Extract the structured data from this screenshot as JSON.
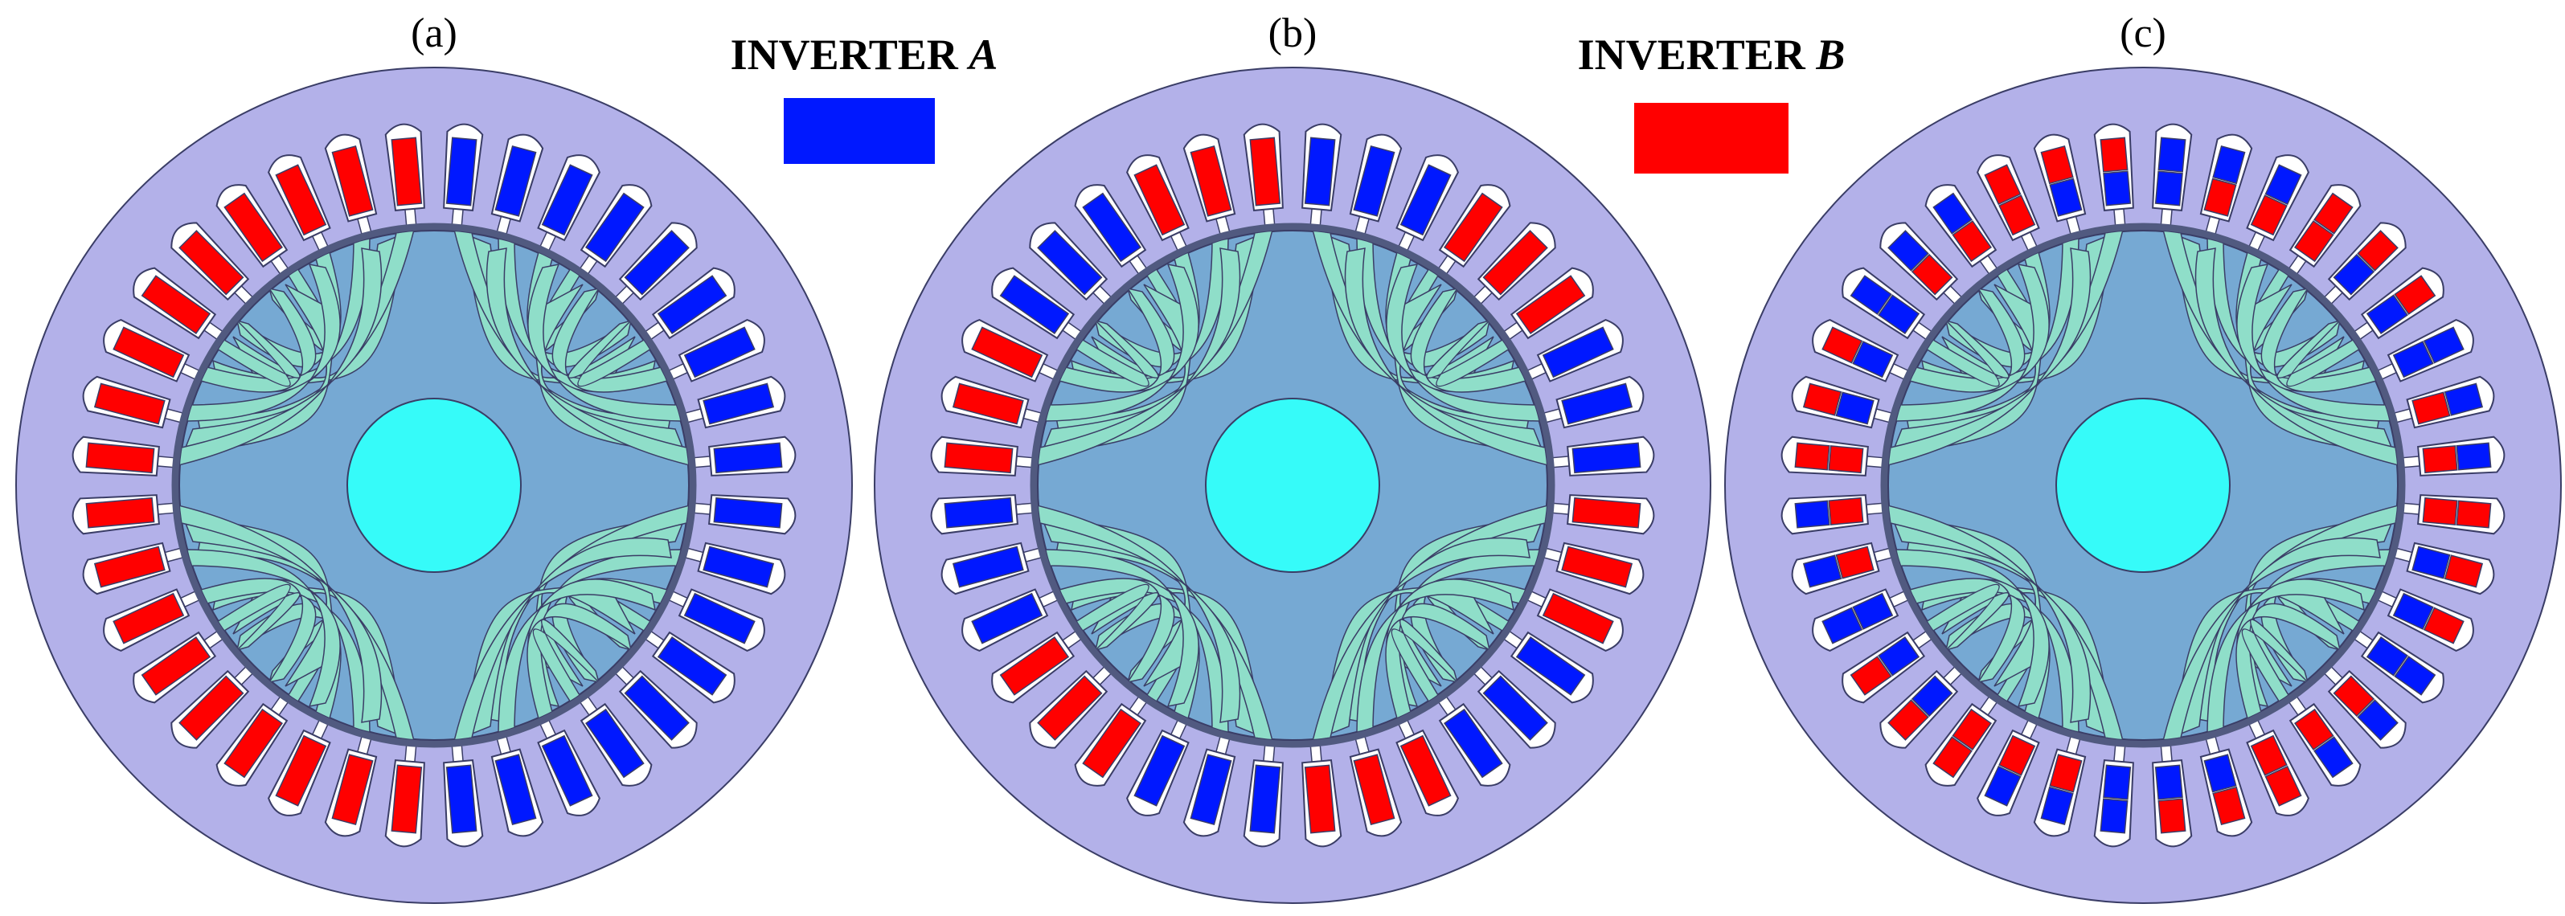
{
  "panels": [
    {
      "label": "(a)",
      "slot_pattern": "a"
    },
    {
      "label": "(b)",
      "slot_pattern": "b"
    },
    {
      "label": "(c)",
      "slot_pattern": "c"
    }
  ],
  "legend": {
    "inverter_a": {
      "prefix": "INVERTER",
      "letter": "A",
      "color": "#0018ff"
    },
    "inverter_b": {
      "prefix": "INVERTER",
      "letter": "B",
      "color": "#ff0000"
    }
  },
  "motor": {
    "stator_slots": 36,
    "rotor_poles": 4,
    "colors": {
      "stator": "#b3b1e9",
      "slot": "#ffffff",
      "rotor": "#76a9d3",
      "barrier": "#8fdec9",
      "shaft": "#36fbf9",
      "outline": "#3a3d66",
      "airgap": "#515a80"
    }
  }
}
